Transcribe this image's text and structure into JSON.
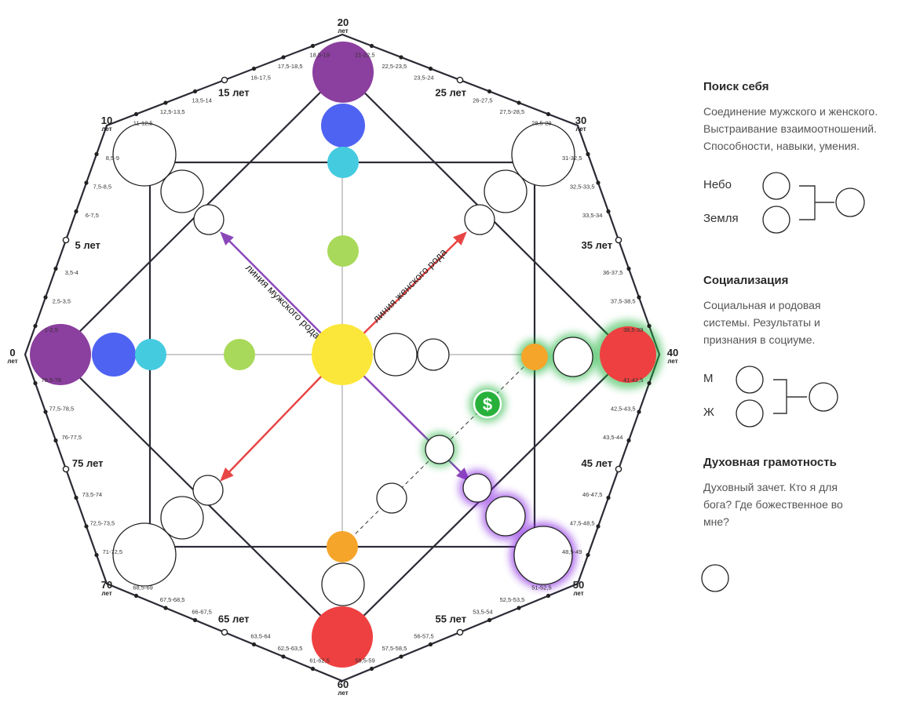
{
  "corner_ages": {
    "top": {
      "num": "20",
      "unit": "лет"
    },
    "top_right": {
      "num": "30",
      "unit": "лет"
    },
    "right": {
      "num": "40",
      "unit": "лет"
    },
    "bottom_right": {
      "num": "50",
      "unit": "лет"
    },
    "bottom": {
      "num": "60",
      "unit": "лет"
    },
    "bottom_left": {
      "num": "70",
      "unit": "лет"
    },
    "left": {
      "num": "0",
      "unit": "лет"
    },
    "top_left": {
      "num": "10",
      "unit": "лет"
    }
  },
  "mid_ages": [
    "5 лет",
    "15 лет",
    "25 лет",
    "35 лет",
    "45 лет",
    "55 лет",
    "65 лет",
    "75 лет"
  ],
  "minor_ages": {
    "s0": [
      "1-2,5",
      "2,5-3,5",
      "3,5-4",
      "6-7,5",
      "7,5-8,5",
      "8,5-9"
    ],
    "s1": [
      "11-12,5",
      "12,5-13,5",
      "13,5-14",
      "16-17,5",
      "17,5-18,5",
      "18,5-19"
    ],
    "s2": [
      "21-22,5",
      "22,5-23,5",
      "23,5-24",
      "26-27,5",
      "27,5-28,5",
      "28,5-29"
    ],
    "s3": [
      "31-32,5",
      "32,5-33,5",
      "33,5-34",
      "36-37,5",
      "37,5-38,5",
      "38,5-39"
    ],
    "s4": [
      "41-42,5",
      "42,5-43,5",
      "43,5-44",
      "46-47,5",
      "47,5-48,5",
      "48,5-49"
    ],
    "s5": [
      "51-52,5",
      "52,5-53,5",
      "53,5-54",
      "56-57,5",
      "57,5-58,5",
      "58,5-59"
    ],
    "s6": [
      "61-62,5",
      "62,5-63,5",
      "63,5-64",
      "66-67,5",
      "67,5-68,5",
      "68,5-69"
    ],
    "s7": [
      "71-72,5",
      "72,5-73,5",
      "73,5-74",
      "76-77,5",
      "77,5-78,5",
      "78,5-79"
    ]
  },
  "lines": {
    "male": "линия мужского рода",
    "female": "линия женского рода"
  },
  "money_symbol": "$",
  "colors": {
    "purple": "#8b3f9e",
    "blue": "#4f63f2",
    "cyan": "#45cbe0",
    "green": "#a8d95a",
    "yellow": "#fbe73a",
    "red": "#ee4040",
    "orange": "#f5a52a",
    "male_arrow": "#8a48b8",
    "female_arrow": "#e84545",
    "glow_green": "#1fb33a",
    "glow_violet": "#8a2be2"
  },
  "panel": {
    "search": {
      "title": "Поиск себя",
      "text": "Соединение мужского и женского. Выстраивание взаимоотношений. Способности, навыки, умения.",
      "label1": "Небо",
      "label2": "Земля"
    },
    "social": {
      "title": "Социализация",
      "text": "Социальная и родовая системы. Результаты и признания в социуме.",
      "label1": "М",
      "label2": "Ж"
    },
    "spirit": {
      "title": "Духовная грамотность",
      "text": "Духовный зачет. Кто я для бога? Где божественное во мне?"
    }
  }
}
